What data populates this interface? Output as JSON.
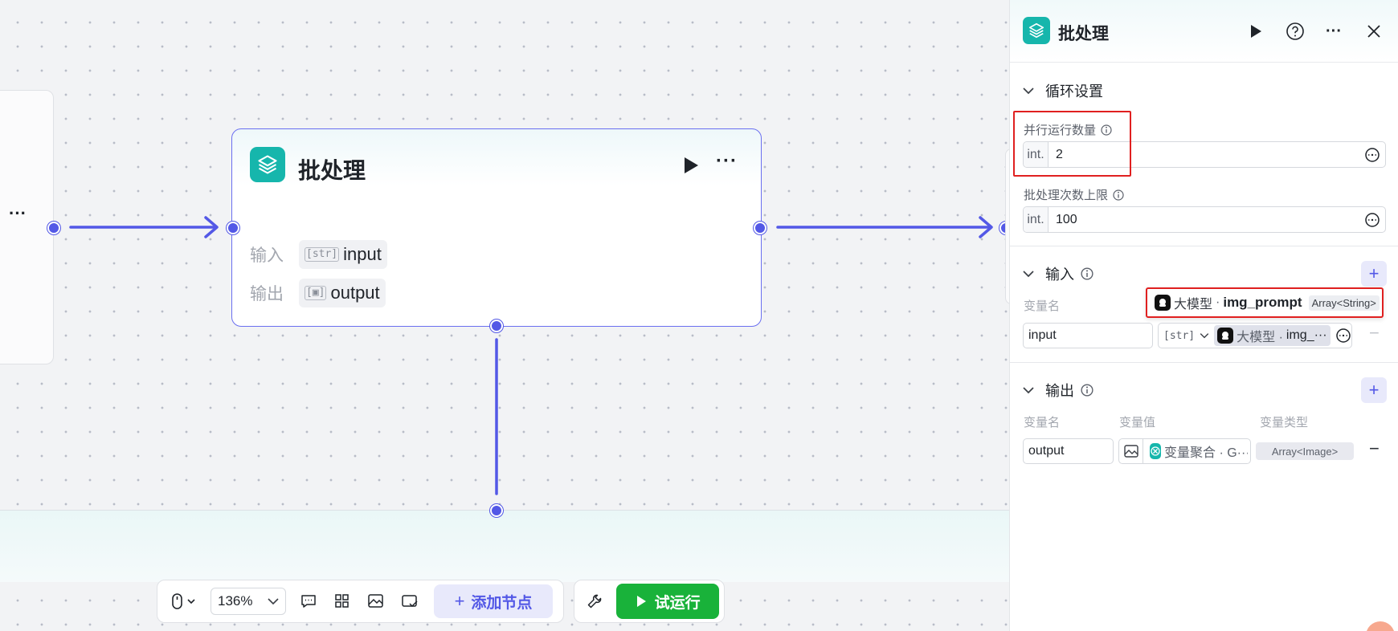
{
  "canvas": {
    "node": {
      "title": "批处理",
      "input_label": "输入",
      "input_type": "[str]",
      "input_name": "input",
      "output_label": "输出",
      "output_type": "[▣]",
      "output_name": "output",
      "more": "···"
    },
    "left_node_more": "···"
  },
  "toolbar": {
    "zoom": "136%",
    "add_node": "添加节点",
    "run": "试运行"
  },
  "panel": {
    "title": "批处理",
    "loop_section": "循环设置",
    "parallel_label": "并行运行数量",
    "parallel_prefix": "int.",
    "parallel_value": "2",
    "batch_limit_label": "批处理次数上限",
    "batch_prefix": "int.",
    "batch_value": "100",
    "input_section": "输入",
    "input_col_name": "变量名",
    "input_var_name": "input",
    "input_type_tag": "[str]",
    "input_ref_source": "大模型 ·",
    "input_ref_field": "img_···",
    "output_section": "输出",
    "output_col_name": "变量名",
    "output_col_value": "变量值",
    "output_col_type": "变量类型",
    "output_var_name": "output",
    "output_ref_source": "变量聚合 · G···",
    "output_type": "Array<Image>",
    "minus": "−"
  },
  "tooltip": {
    "source": "大模型",
    "sep": "·",
    "field": "img_prompt",
    "type": "Array<String>"
  },
  "colors": {
    "accent": "#5358e6",
    "teal": "#16b6ac",
    "run_green": "#19b23a",
    "highlight_red": "#e02020"
  }
}
